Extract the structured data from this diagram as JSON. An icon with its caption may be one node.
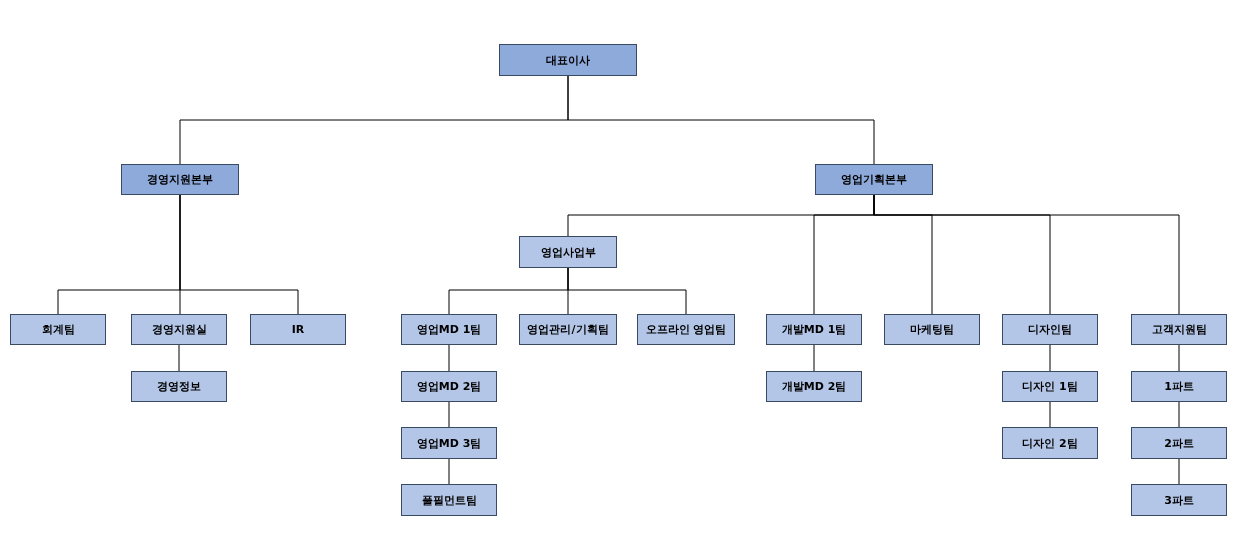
{
  "diagram": {
    "nodes": [
      {
        "text": [
          "대표이사"
        ]
      },
      {
        "text": [
          "경영지원본부"
        ]
      },
      {
        "text": [
          "영업기획본부"
        ]
      },
      {
        "text": [
          "회계팀"
        ]
      },
      {
        "text": [
          "경영지원실"
        ]
      },
      {
        "text": [
          "IR"
        ]
      },
      {
        "text": [
          "경영정보"
        ]
      },
      {
        "text": [
          "영업사업부"
        ]
      },
      {
        "text": [
          "영업MD 1팀"
        ]
      },
      {
        "text": [
          "영업관리/기획팀"
        ]
      },
      {
        "text": [
          "오프라인 영업팀"
        ]
      },
      {
        "text": [
          "영업MD 2팀"
        ]
      },
      {
        "text": [
          "영업MD 3팀"
        ]
      },
      {
        "text": [
          "풀필먼트팀"
        ]
      },
      {
        "text": [
          "개발MD 1팀"
        ]
      },
      {
        "text": [
          "마케팅팀"
        ]
      },
      {
        "text": [
          "디자인팀"
        ]
      },
      {
        "text": [
          "고객지원팀"
        ]
      },
      {
        "text": [
          "개발MD 2팀"
        ]
      },
      {
        "text": [
          "디자인 1팀"
        ]
      },
      {
        "text": [
          "디자인 2팀"
        ]
      },
      {
        "text": [
          "1파트"
        ]
      },
      {
        "text": [
          "2파트"
        ]
      },
      {
        "text": [
          "3파트"
        ]
      }
    ],
    "edges": [
      {
        "from": 0,
        "to": 1,
        "arrow": "none"
      },
      {
        "from": 0,
        "to": 2,
        "arrow": "none"
      },
      {
        "from": 1,
        "to": 3,
        "arrow": "none"
      },
      {
        "from": 1,
        "to": 4,
        "arrow": "none"
      },
      {
        "from": 1,
        "to": 5,
        "arrow": "none"
      },
      {
        "from": 4,
        "to": 6,
        "arrow": "none"
      },
      {
        "from": 2,
        "to": 7,
        "arrow": "none"
      },
      {
        "from": 2,
        "to": 14,
        "arrow": "none"
      },
      {
        "from": 2,
        "to": 15,
        "arrow": "none"
      },
      {
        "from": 2,
        "to": 16,
        "arrow": "none"
      },
      {
        "from": 2,
        "to": 17,
        "arrow": "none"
      },
      {
        "from": 7,
        "to": 8,
        "arrow": "none"
      },
      {
        "from": 7,
        "to": 9,
        "arrow": "none"
      },
      {
        "from": 7,
        "to": 10,
        "arrow": "none"
      },
      {
        "from": 8,
        "to": 11,
        "arrow": "none"
      },
      {
        "from": 11,
        "to": 12,
        "arrow": "none"
      },
      {
        "from": 12,
        "to": 13,
        "arrow": "none"
      },
      {
        "from": 14,
        "to": 18,
        "arrow": "none"
      },
      {
        "from": 16,
        "to": 19,
        "arrow": "none"
      },
      {
        "from": 19,
        "to": 20,
        "arrow": "none"
      },
      {
        "from": 17,
        "to": 21,
        "arrow": "none"
      },
      {
        "from": 21,
        "to": 22,
        "arrow": "none"
      },
      {
        "from": 22,
        "to": 23,
        "arrow": "none"
      }
    ]
  }
}
